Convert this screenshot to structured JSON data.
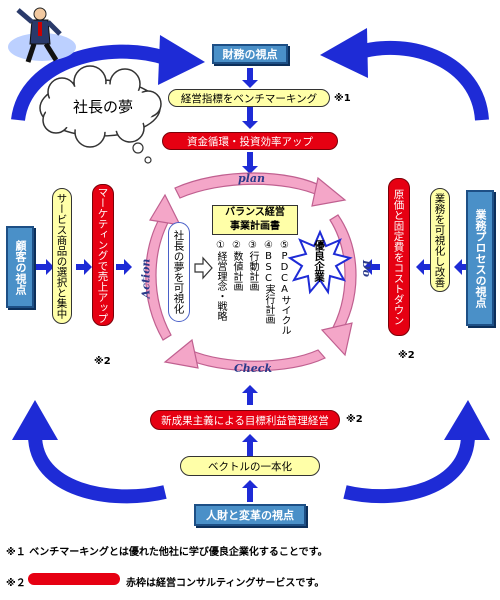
{
  "perspectives": {
    "finance": "財務の視点",
    "customer": "顧客の視点",
    "process": "業務プロセスの視点",
    "people": "人財と変革の視点"
  },
  "cloud": "社長の夢",
  "top": {
    "benchmark": "経営指標をベンチマーキング",
    "benchmark_mark": "※1",
    "capital": "資金循環・投資効率アップ"
  },
  "left": {
    "select": "サービス商品の選択と集中",
    "marketing": "マーケティングで売上アップ",
    "mark": "※2"
  },
  "right": {
    "visualize": "業務を可視化し改善",
    "costdown": "原価と固定費をコストダウン",
    "mark": "※2"
  },
  "center": {
    "plan": "plan",
    "do": "Do",
    "check": "Check",
    "action": "Action",
    "dream_visual": "社長の夢を可視化",
    "plan_title1": "バランス経営",
    "plan_title2": "事業計画書",
    "items": [
      "①経営理念・戦略",
      "②数値計画",
      "③行動計画",
      "④BSC実行計画",
      "⑤PDCAサイクル"
    ],
    "star": "優良企業"
  },
  "bottom": {
    "newresult": "新成果主義による目標利益管理経営",
    "newresult_mark": "※2",
    "vector": "ベクトルの一本化"
  },
  "notes": {
    "n1": "※１ ベンチマーキングとは優れた他社に学び優良企業化することです。",
    "n2_mark": "※２",
    "n2_text": "赤枠は経営コンサルティングサービスです。"
  },
  "colors": {
    "blue_arrow": "#1e2bd6",
    "pink_arrow": "#f4a6c8",
    "red": "#e60012",
    "yellow": "#ffffa8",
    "box_blue": "#4a90c8"
  }
}
